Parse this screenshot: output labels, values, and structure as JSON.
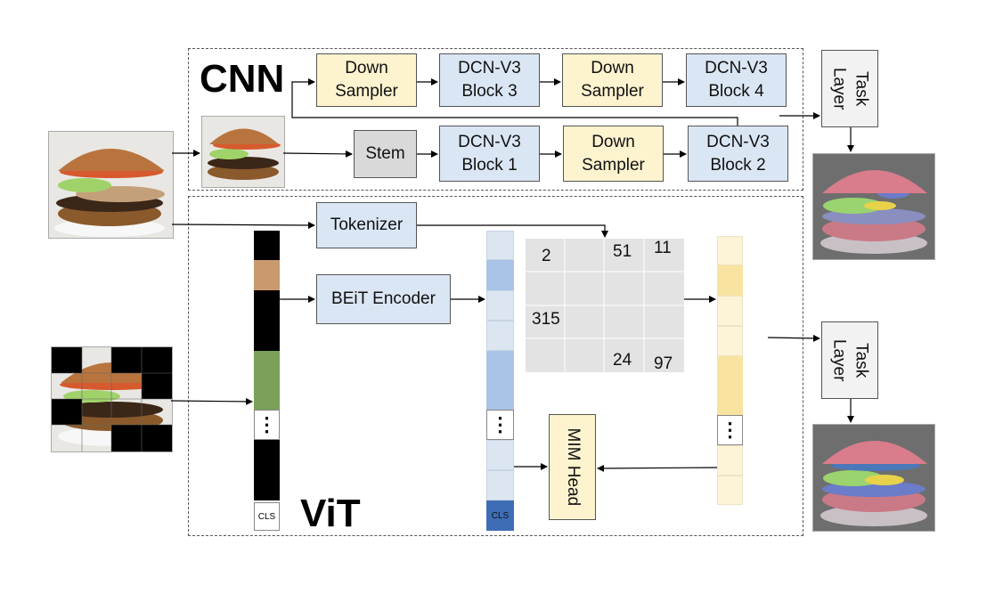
{
  "cnn": {
    "title": "CNN",
    "down_sampler": "Down\nSampler",
    "dcn_block_1": "DCN-V3\nBlock 1",
    "dcn_block_2": "DCN-V3\nBlock 2",
    "dcn_block_3": "DCN-V3\nBlock 3",
    "dcn_block_4": "DCN-V3\nBlock 4",
    "stem": "Stem",
    "task_layer": "Task\nLayer"
  },
  "vit": {
    "title": "ViT",
    "tokenizer": "Tokenizer",
    "encoder": "BEiT Encoder",
    "mim_head": "MIM Head",
    "cls": "CLS",
    "ellipsis": "⋮",
    "task_layer": "Task\nLayer",
    "token_ids": [
      "2",
      "51",
      "11",
      "315",
      "24",
      "97"
    ]
  },
  "colors": {
    "yellow_box": "#fdf3cf",
    "blue_box": "#dbe6f4",
    "gray_box": "#d9d9d9",
    "token_blue_light": "#dce6f2",
    "token_blue_mid": "#a9c4e6",
    "token_blue_dark": "#3e6db5",
    "token_yellow_light": "#fdf3d6",
    "token_yellow_mid": "#f8e3a1"
  }
}
